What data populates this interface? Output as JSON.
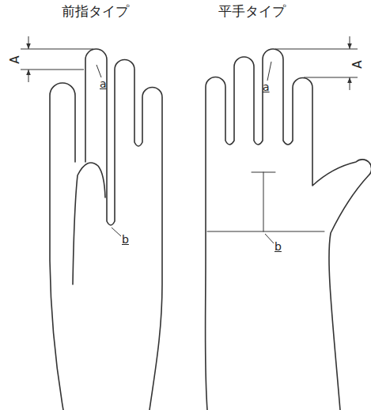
{
  "diagram": {
    "labels": [
      "前指タイプ",
      "平手タイプ",
      "A",
      "a",
      "b",
      "A",
      "a",
      "b"
    ]
  }
}
